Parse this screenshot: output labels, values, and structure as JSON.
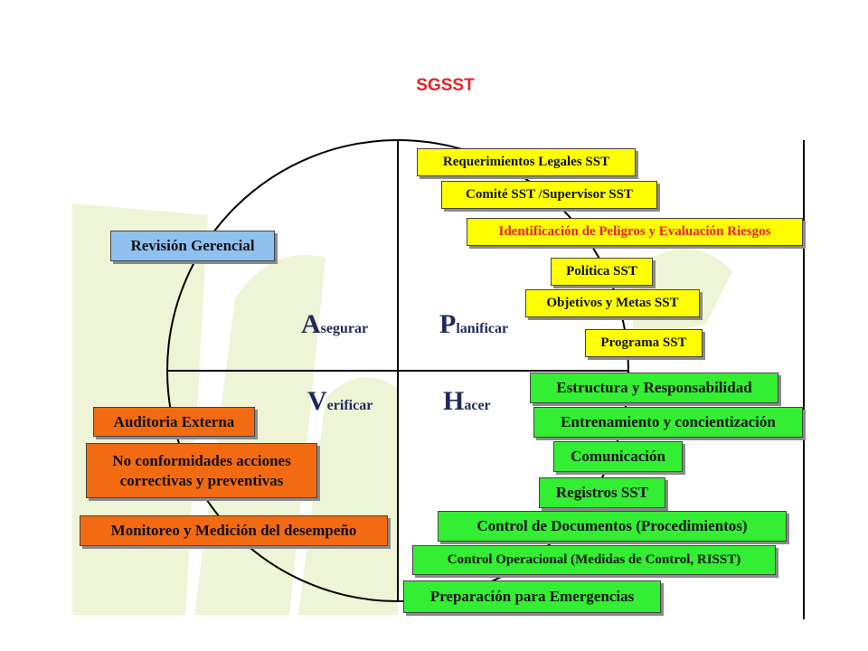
{
  "title": "SGSST",
  "colors": {
    "title": "#e8202a",
    "plan": "#ffff00",
    "do": "#33ee33",
    "check": "#f26a12",
    "act": "#8fc1f0",
    "leaf": "#eef4d6"
  },
  "quadrants": {
    "act": {
      "initial": "A",
      "rest": "segurar"
    },
    "plan": {
      "initial": "P",
      "rest": "lanificar"
    },
    "check": {
      "initial": "V",
      "rest": "erificar"
    },
    "do": {
      "initial": "H",
      "rest": "acer"
    }
  },
  "act_items": [
    "Revisión Gerencial"
  ],
  "plan_items": [
    "Requerimientos  Legales SST",
    "Comité SST /Supervisor SST",
    "Identificación de Peligros y Evaluación Riesgos",
    "Política SST",
    "Objetivos y Metas SST",
    "Programa SST"
  ],
  "do_items": [
    "Estructura y Responsabilidad",
    "Entrenamiento y concientización",
    "Comunicación",
    "Registros SST",
    "Control de Documentos (Procedimientos)",
    "Control Operacional (Medidas de Control, RISST)",
    "Preparación para Emergencias"
  ],
  "check_items": [
    "Auditoria Externa",
    "No conformidades acciones correctivas y preventivas",
    "Monitoreo y Medición del desempeño"
  ]
}
